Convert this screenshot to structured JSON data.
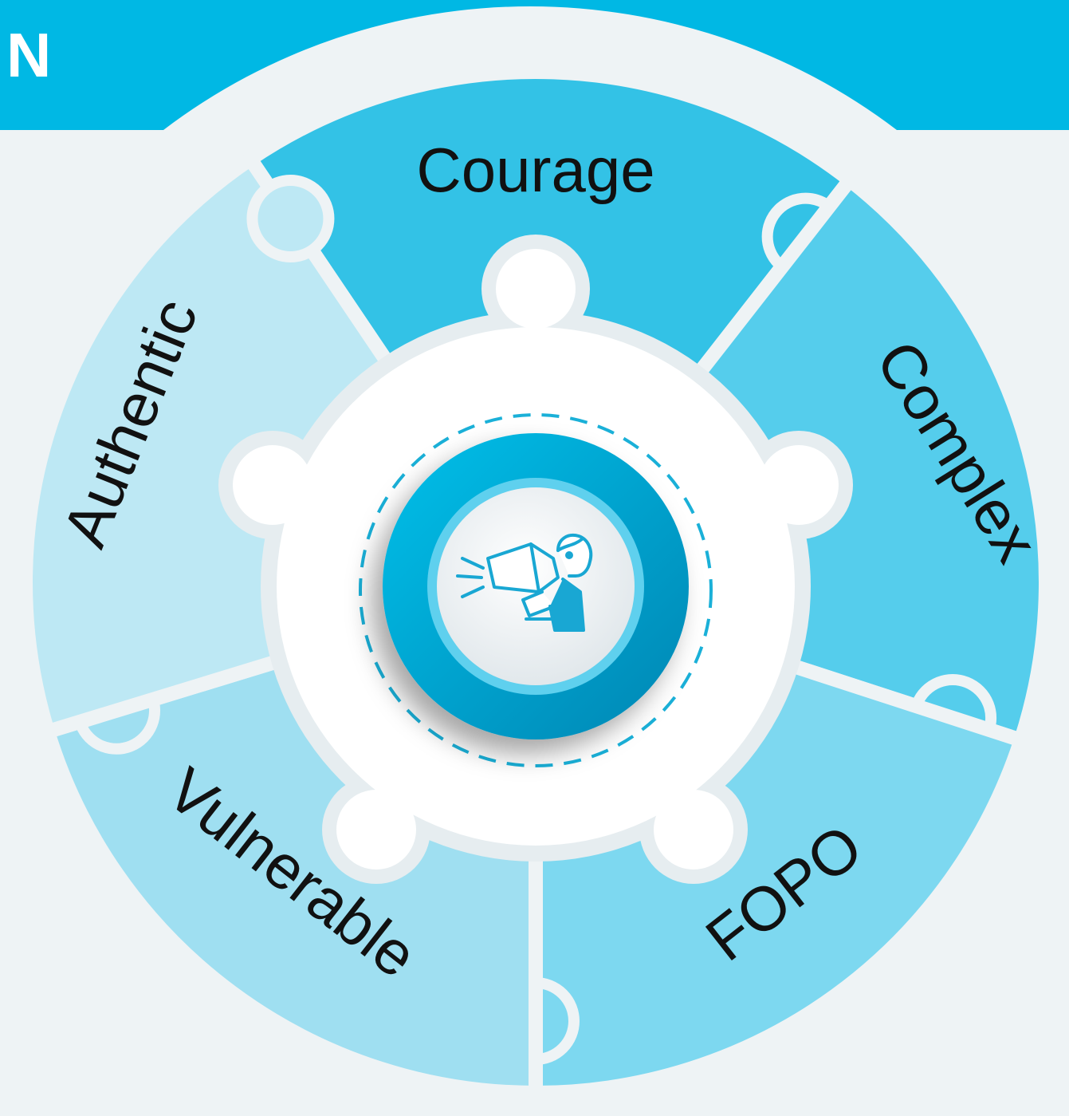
{
  "header": {
    "label": "N"
  },
  "diagram": {
    "center_icon": "megaphone-person-icon",
    "segments": [
      {
        "id": "courage",
        "label": "Courage",
        "color": "#33c2e6"
      },
      {
        "id": "complex",
        "label": "Complex",
        "color": "#55cdec"
      },
      {
        "id": "fopo",
        "label": "FOPO",
        "color": "#7dd8f0"
      },
      {
        "id": "vulnerable",
        "label": "Vulnerable",
        "color": "#9fdff1"
      },
      {
        "id": "authentic",
        "label": "Authentic",
        "color": "#bde8f4"
      }
    ]
  },
  "colors": {
    "accent": "#00b8e4",
    "background": "#eef3f5",
    "hub_dark": "#0094bf"
  }
}
